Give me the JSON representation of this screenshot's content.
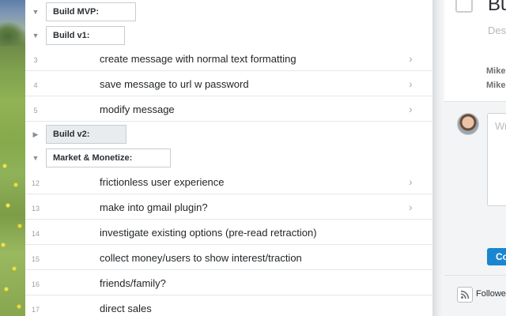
{
  "sections": [
    {
      "label": "Build MVP:",
      "state": "expanded"
    },
    {
      "label": "Build v1:",
      "state": "expanded"
    },
    {
      "label": "Build v2:",
      "state": "collapsed"
    },
    {
      "label": "Market & Monetize:",
      "state": "expanded"
    }
  ],
  "tasks": [
    {
      "num": "3",
      "name": "create message with normal text formatting",
      "has_chevron": true
    },
    {
      "num": "4",
      "name": "save message to url w password",
      "has_chevron": true
    },
    {
      "num": "5",
      "name": "modify message",
      "has_chevron": true
    },
    {
      "num": "12",
      "name": "frictionless user experience",
      "has_chevron": true
    },
    {
      "num": "13",
      "name": "make into gmail plugin?",
      "has_chevron": true
    },
    {
      "num": "14",
      "name": "investigate existing options (pre-read retraction)",
      "has_chevron": false
    },
    {
      "num": "15",
      "name": "collect money/users to show interest/traction",
      "has_chevron": false
    },
    {
      "num": "16",
      "name": "friends/family?",
      "has_chevron": false
    },
    {
      "num": "17",
      "name": "direct sales",
      "has_chevron": false
    }
  ],
  "details": {
    "title": "Bu",
    "description_placeholder": "Des",
    "meta_line_1": "Mike",
    "meta_line_2": "Mike",
    "comment_placeholder": "Wri",
    "comment_button": "Co",
    "followers_label": "Followe"
  },
  "icons": {
    "expanded": "triangle-down-icon",
    "collapsed": "triangle-right-icon",
    "row_chevron": "chevron-right-icon",
    "followers": "rss-icon"
  },
  "colors": {
    "accent_button": "#1a86d0",
    "collapsed_section_bg": "#e9ecee"
  }
}
